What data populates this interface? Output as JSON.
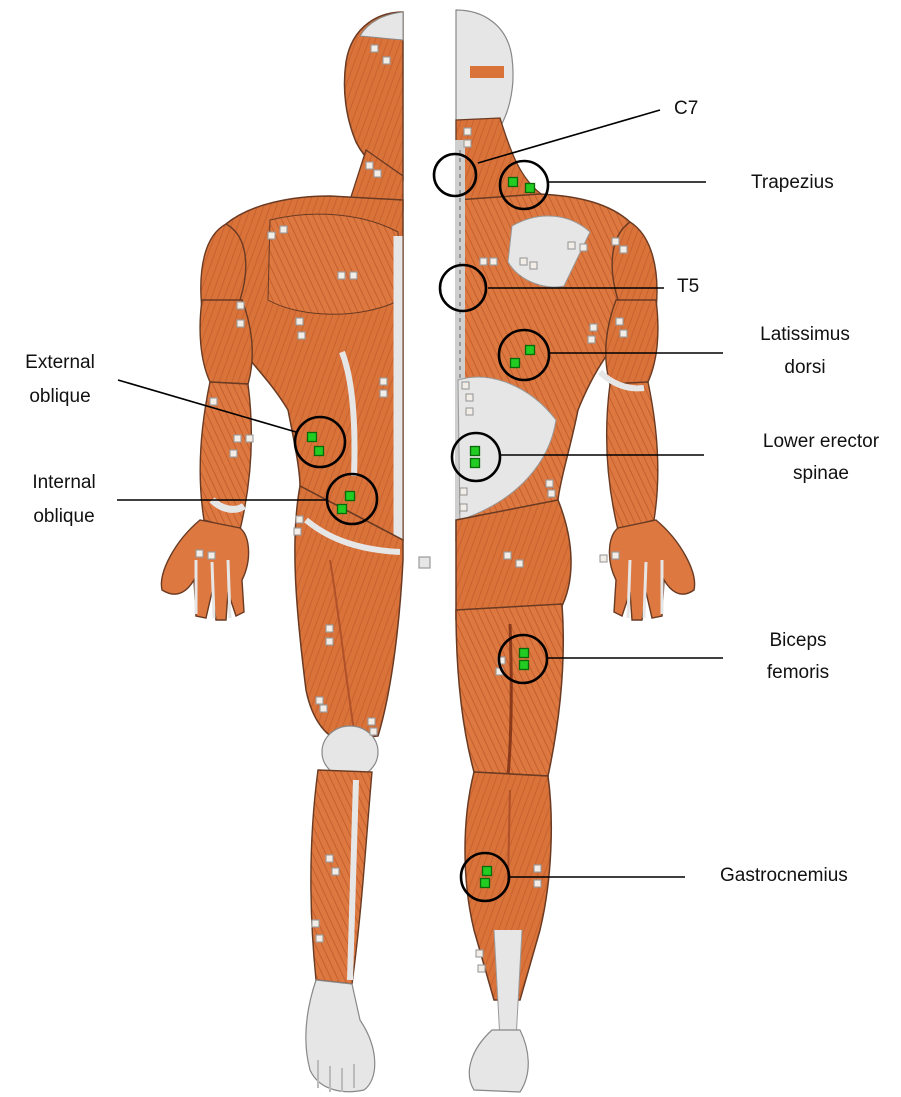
{
  "figure": {
    "colors": {
      "muscle": "#d9733a",
      "muscle_shadow": "#b0512a",
      "muscle_light": "#eea06d",
      "tendon": "#e4e4e4",
      "outline": "#6a3a22",
      "electrode": "#22cc22",
      "electrode_border": "#0a6a0a",
      "marker": "#9a9a9a",
      "circle": "#000000"
    },
    "icons": {
      "electrode": "green-electrode-square",
      "marker": "grey-marker-square"
    }
  },
  "labels": {
    "c7": "C7",
    "trapezius": "Trapezius",
    "t5": "T5",
    "latissimus_1": "Latissimus",
    "latissimus_2": "dorsi",
    "external_1": "External",
    "external_2": "oblique",
    "internal_1": "Internal",
    "internal_2": "oblique",
    "erector_1": "Lower erector",
    "erector_2": "spinae",
    "biceps_1": "Biceps",
    "biceps_2": "femoris",
    "gastrocnemius": "Gastrocnemius"
  },
  "sites": [
    {
      "name": "C7",
      "electrodes": 0
    },
    {
      "name": "Trapezius",
      "electrodes": 2
    },
    {
      "name": "T5",
      "electrodes": 0
    },
    {
      "name": "Latissimus dorsi",
      "electrodes": 2
    },
    {
      "name": "External oblique",
      "electrodes": 2
    },
    {
      "name": "Internal oblique",
      "electrodes": 2
    },
    {
      "name": "Lower erector spinae",
      "electrodes": 2
    },
    {
      "name": "Biceps femoris",
      "electrodes": 2
    },
    {
      "name": "Gastrocnemius",
      "electrodes": 2
    }
  ]
}
